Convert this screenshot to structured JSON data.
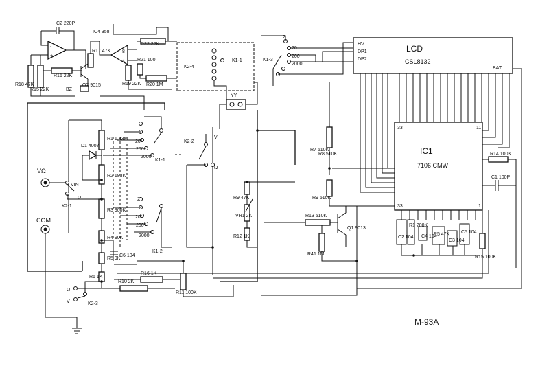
{
  "figure_label": "M-93A",
  "lcd": {
    "title": "LCD",
    "model": "CSL8132",
    "pins": [
      "HV",
      "DP1",
      "DP2"
    ],
    "bat": "BAT"
  },
  "ic1": {
    "name": "IC1",
    "part": "7106 CMW",
    "pin_tl": "33",
    "pin_tr": "11",
    "pin_bl": "33",
    "pin_br": "1"
  },
  "ic4": "IC4 358",
  "terminals": {
    "vohm": "VΩ",
    "vin": "VIN",
    "com": "COM",
    "omega": "Ω",
    "v": "V",
    "fuse": "YY"
  },
  "switches": {
    "k2_4": "K2-4",
    "k1_1": "K1-1",
    "k1_3": "K1-3",
    "k2_2": "K2-2",
    "k1_1b": "K1-1",
    "k1_2": "K1-2",
    "k2_1": "K2-1",
    "k2_3": "K2-3"
  },
  "positions": {
    "p20": "20",
    "p200": "200",
    "p2000": "2000",
    "p2": "2",
    "p20b": "20",
    "p200b": "200",
    "p2000b": "2000"
  },
  "parts": {
    "c2": "C2 220P",
    "r18": "R18 47K",
    "r15": "R15 22K",
    "r16": "R16 22K",
    "r17": "R17 47K",
    "q2": "Q2 9015",
    "bz": "BZ",
    "r22": "R22 22K",
    "r19": "R19 22K",
    "r21": "R21 100",
    "r20": "R20 1M",
    "d1": "D1 4007",
    "r1": "R1 1.93M",
    "r2": "R2 183K",
    "r3": "R3 900K",
    "r4": "R4 90K",
    "r5": "R5 9K",
    "r6": "R6 1K",
    "c6": "C6 104",
    "r10": "R10 2K",
    "r16b": "R16 1K",
    "r11": "R11 100K",
    "r7": "R7 510K",
    "r8": "R8 510K",
    "r9": "R9 510K",
    "r9b": "R9 47K",
    "vr1": "VR1 2K",
    "r12": "R12 1K",
    "r13": "R13 510K",
    "r41": "R41 1M",
    "q1": "Q1 9013",
    "r14": "R14 100K",
    "c1": "C1 100P",
    "c2b": "C2 104",
    "r1b": "R1 200K",
    "c4": "C4 104",
    "r5b": "R5 47K",
    "c3": "C3 104",
    "c5": "C5 104",
    "r15b": "R15 100K"
  }
}
